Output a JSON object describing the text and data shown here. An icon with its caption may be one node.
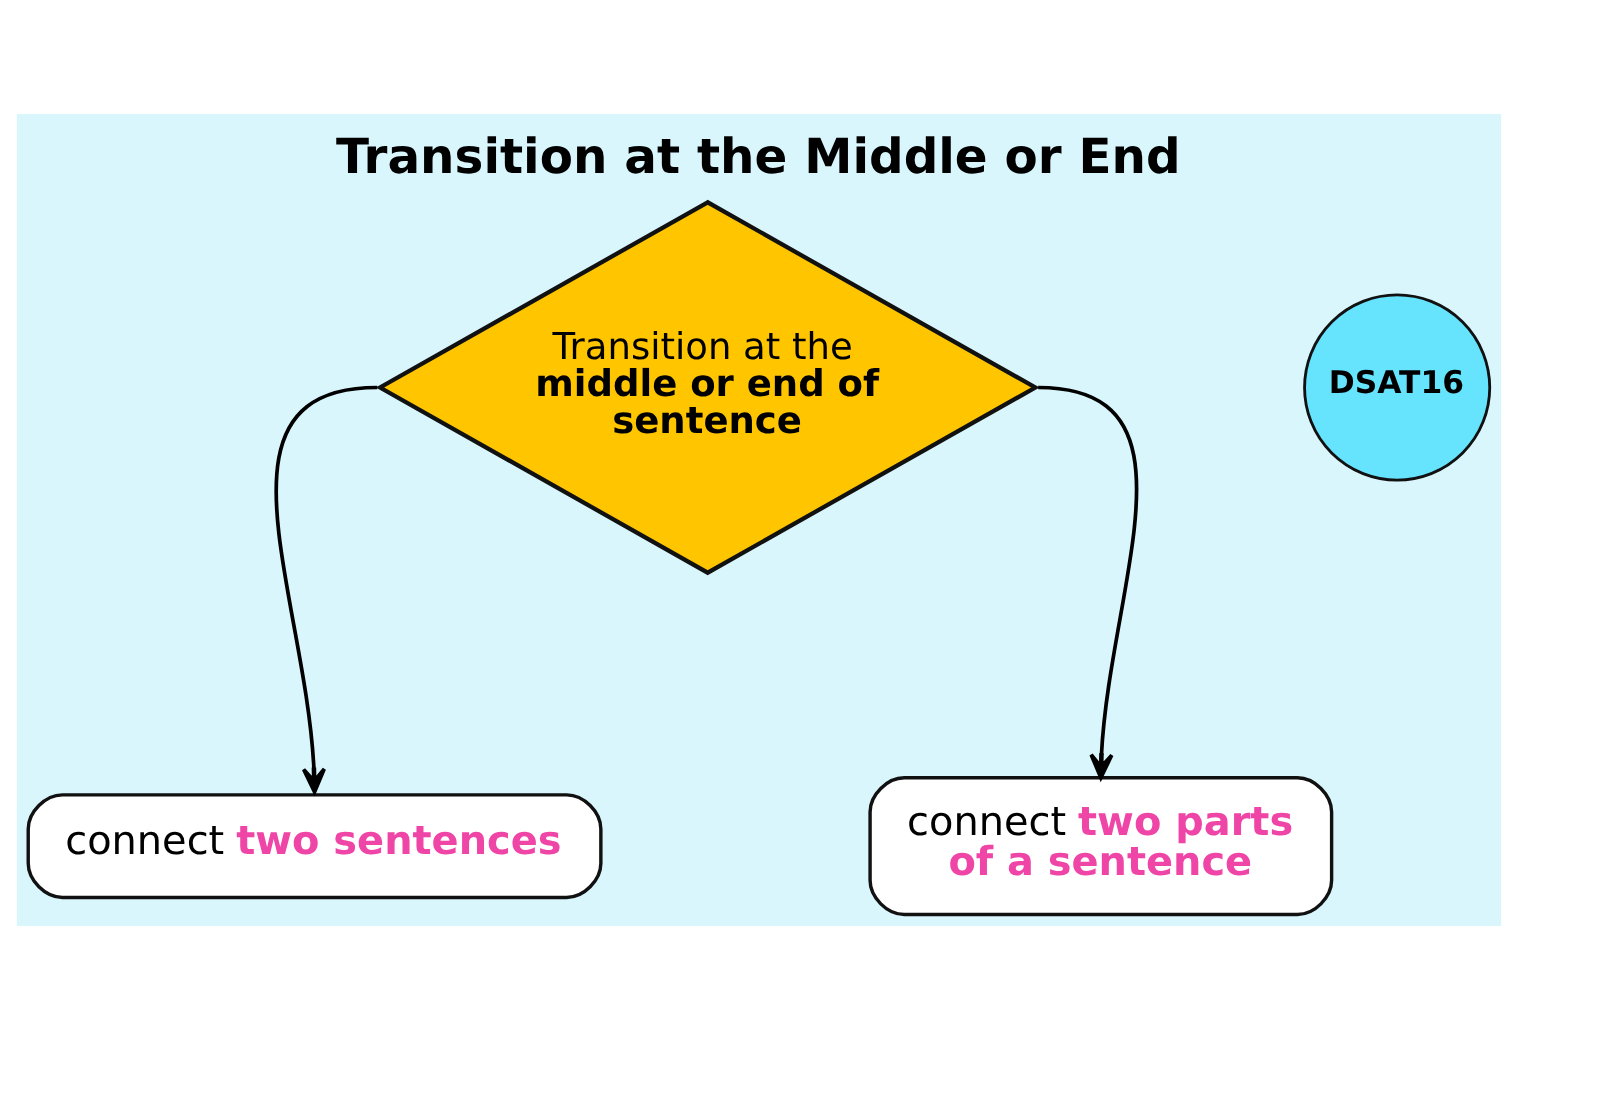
{
  "diagram": {
    "title": "Transition at the Middle or End",
    "nodes": [
      {
        "text": [
          "DSAT16"
        ]
      },
      {
        "text": [
          "Transition at the **middle or end of sentence**"
        ]
      },
      {
        "text": [
          "connect **two sentences**"
        ]
      },
      {
        "text": [
          "connect **two parts of a sentence**"
        ]
      }
    ],
    "edges": [
      {
        "from": 1,
        "to": 2,
        "arrow": "to"
      },
      {
        "from": 1,
        "to": 3,
        "arrow": "to"
      }
    ]
  }
}
